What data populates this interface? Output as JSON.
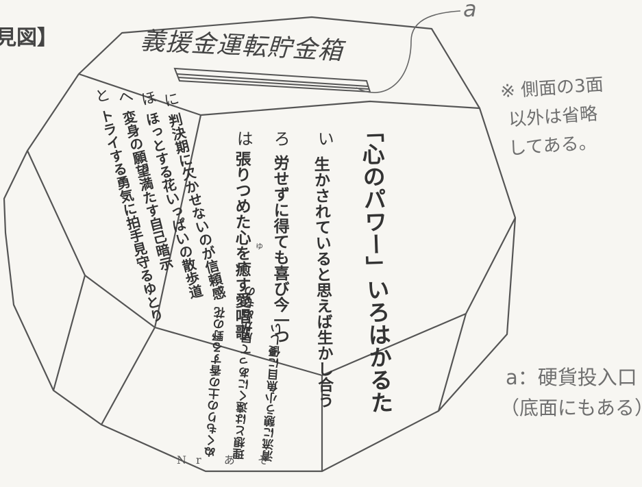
{
  "figure_label": "見図】",
  "callout_letter": "a",
  "top_face": {
    "title": "義援金運転貯金箱"
  },
  "front_face": {
    "title": "「心のパワー」いろはかるた",
    "lines": [
      {
        "kana": "い",
        "text": "生かされていると思えば生かし合う"
      },
      {
        "kana": "ろ",
        "text": "労せずに得ても喜び今一つ"
      },
      {
        "kana": "は",
        "text": "張りつめた心を癒す愛唱歌"
      }
    ],
    "ruby_small": "ゅ"
  },
  "left_face": {
    "lines": [
      {
        "kana": "に",
        "text": "判決期に欠かせないのが信頼感"
      },
      {
        "kana": "ほ",
        "text": "ほっとする花いっぱいの散歩道"
      },
      {
        "kana": "へ",
        "text": "変身の願望満たす自己暗示"
      },
      {
        "kana": "と",
        "text": "トライする勇気に拍手見守るゆとり"
      }
    ]
  },
  "bottom_face": {
    "lines": [
      {
        "kana": "ち",
        "text": "清流に憩う小魚目に優しい"
      },
      {
        "kana": "り",
        "text": "理想とは遠くにあって届かぬもの"
      },
      {
        "kana": "ぬ",
        "text": "ぬくもりの土の香する野の花"
      }
    ],
    "bottom_marks": "Nr あ そ"
  },
  "note_right": [
    "※ 側面の3面",
    "以外は省略",
    "してある。"
  ],
  "legend": [
    "a：硬貨投入口",
    "（底面にもある）"
  ]
}
